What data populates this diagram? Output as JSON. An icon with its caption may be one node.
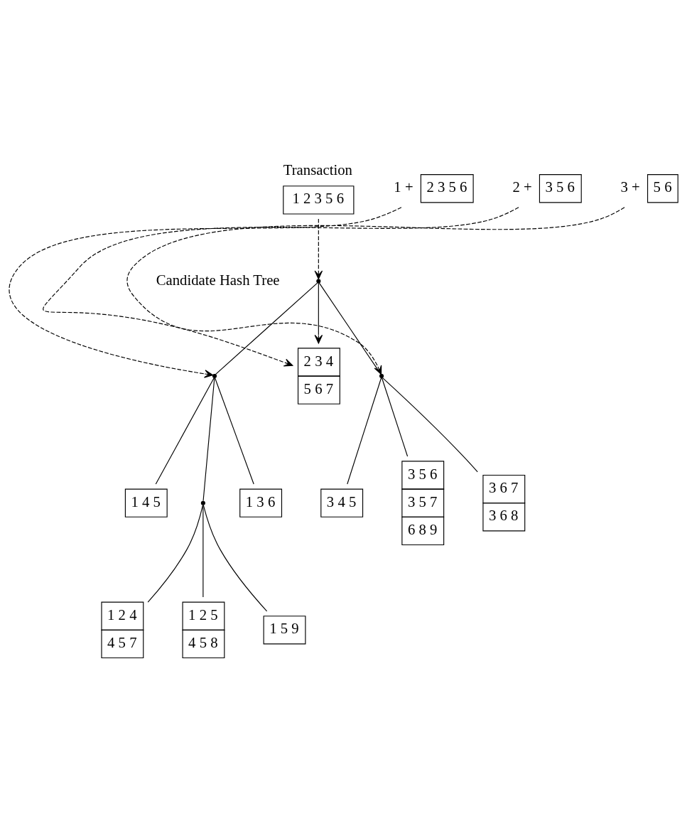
{
  "diagram": {
    "nodes": [
      {
        "text": [
          "Transaction",
          "1 2 3 5 6"
        ]
      },
      {
        "text": [
          "2 3 5 6"
        ],
        "beside": [
          "1 +"
        ]
      },
      {
        "text": [
          "3 5 6"
        ],
        "beside": [
          "2 +"
        ]
      },
      {
        "text": [
          "5 6"
        ],
        "beside": [
          "3 +"
        ]
      },
      {
        "text": [],
        "shape": "point"
      },
      {
        "text": [],
        "shape": "point"
      },
      {
        "text": [
          "2 3 4",
          "5 6 7"
        ]
      },
      {
        "text": [],
        "shape": "point"
      },
      {
        "text": [
          "1 4 5"
        ]
      },
      {
        "text": [],
        "shape": "point"
      },
      {
        "text": [
          "1 3 6"
        ]
      },
      {
        "text": [
          "3 4 5"
        ]
      },
      {
        "text": [
          "3 5 6",
          "3 5 7",
          "6 8 9"
        ]
      },
      {
        "text": [
          "3 6 7",
          "3 6 8"
        ]
      },
      {
        "text": [
          "1 2 4",
          "4 5 7"
        ]
      },
      {
        "text": [
          "1 2 5",
          "4 5 8"
        ]
      },
      {
        "text": [
          "1 5 9"
        ]
      }
    ],
    "edges": [
      {
        "from": 0,
        "to": 4,
        "arrow": "to",
        "style": "dashed"
      },
      {
        "from": 1,
        "to": 5,
        "arrow": "to",
        "style": "dashed"
      },
      {
        "from": 2,
        "to": 6,
        "arrow": "to",
        "style": "dashed"
      },
      {
        "from": 3,
        "to": 7,
        "arrow": "to",
        "style": "dashed"
      },
      {
        "from": 4,
        "to": 5,
        "arrow": "none"
      },
      {
        "from": 4,
        "to": 6,
        "arrow": "to"
      },
      {
        "from": 4,
        "to": 7,
        "arrow": "none"
      },
      {
        "from": 5,
        "to": 8,
        "arrow": "none"
      },
      {
        "from": 5,
        "to": 9,
        "arrow": "none"
      },
      {
        "from": 5,
        "to": 10,
        "arrow": "none"
      },
      {
        "from": 7,
        "to": 11,
        "arrow": "none"
      },
      {
        "from": 7,
        "to": 12,
        "arrow": "none"
      },
      {
        "from": 7,
        "to": 13,
        "arrow": "none"
      },
      {
        "from": 9,
        "to": 14,
        "arrow": "none"
      },
      {
        "from": 9,
        "to": 15,
        "arrow": "none"
      },
      {
        "from": 9,
        "to": 16,
        "arrow": "none"
      }
    ],
    "labels": [
      "Candidate Hash Tree"
    ]
  }
}
